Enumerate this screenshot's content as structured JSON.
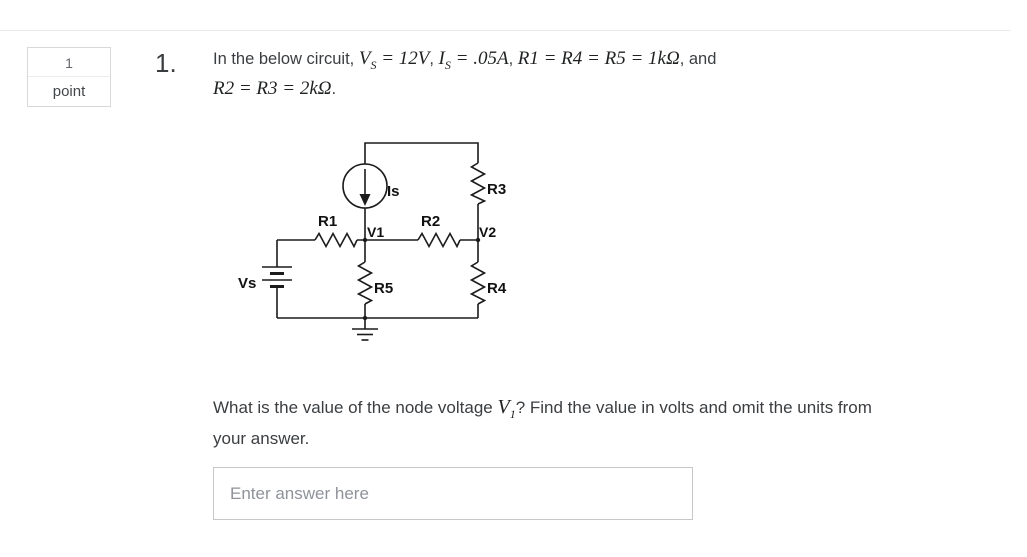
{
  "question": {
    "points": {
      "value": "1",
      "label": "point"
    },
    "number": "1.",
    "line1": {
      "intro": "In the below circuit, ",
      "v_sym": "V",
      "v_sub": "S",
      "v_val": " = 12V",
      "comma1": ", ",
      "i_sym": "I",
      "i_sub": "S",
      "i_val": " = .05A",
      "comma2": ", ",
      "r_chain": "R1 = R4 = R5 = 1kΩ",
      "tail": ", and"
    },
    "line2": {
      "r_chain": "R2 = R3 = 2kΩ",
      "period": "."
    }
  },
  "circuit": {
    "labels": {
      "is": "Is",
      "r1": "R1",
      "r2": "R2",
      "r3": "R3",
      "r4": "R4",
      "r5": "R5",
      "v1": "V1",
      "v2": "V2",
      "vs": "Vs"
    }
  },
  "prompt": {
    "before_v": "What is the value of the node voltage ",
    "v_sym": "V",
    "v_sub": "1",
    "after_v": "? Find the value in volts and omit the units from",
    "line2": "your answer."
  },
  "answer": {
    "placeholder": "Enter answer here"
  }
}
